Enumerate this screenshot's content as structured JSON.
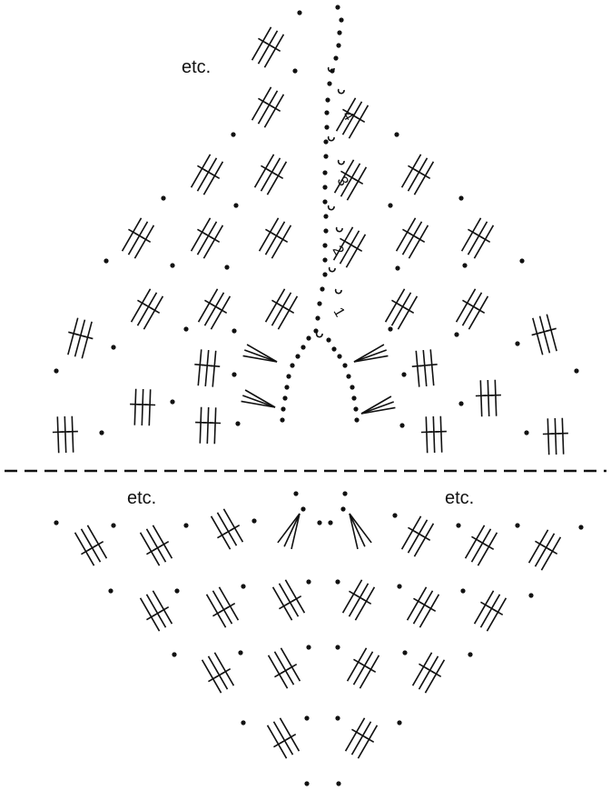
{
  "labels": {
    "etc_top": "etc.",
    "etc_bottom_left": "etc.",
    "etc_bottom_right": "etc."
  },
  "row_numbers": [
    "1",
    "2",
    "3",
    "4"
  ],
  "colors": {
    "ink": "#111111",
    "background": "#ffffff"
  },
  "divider": {
    "style": "dashed"
  },
  "symbols": {
    "chain": "dot",
    "treble_cluster": "3-stroke fan",
    "slip_loop": "small open loop"
  }
}
